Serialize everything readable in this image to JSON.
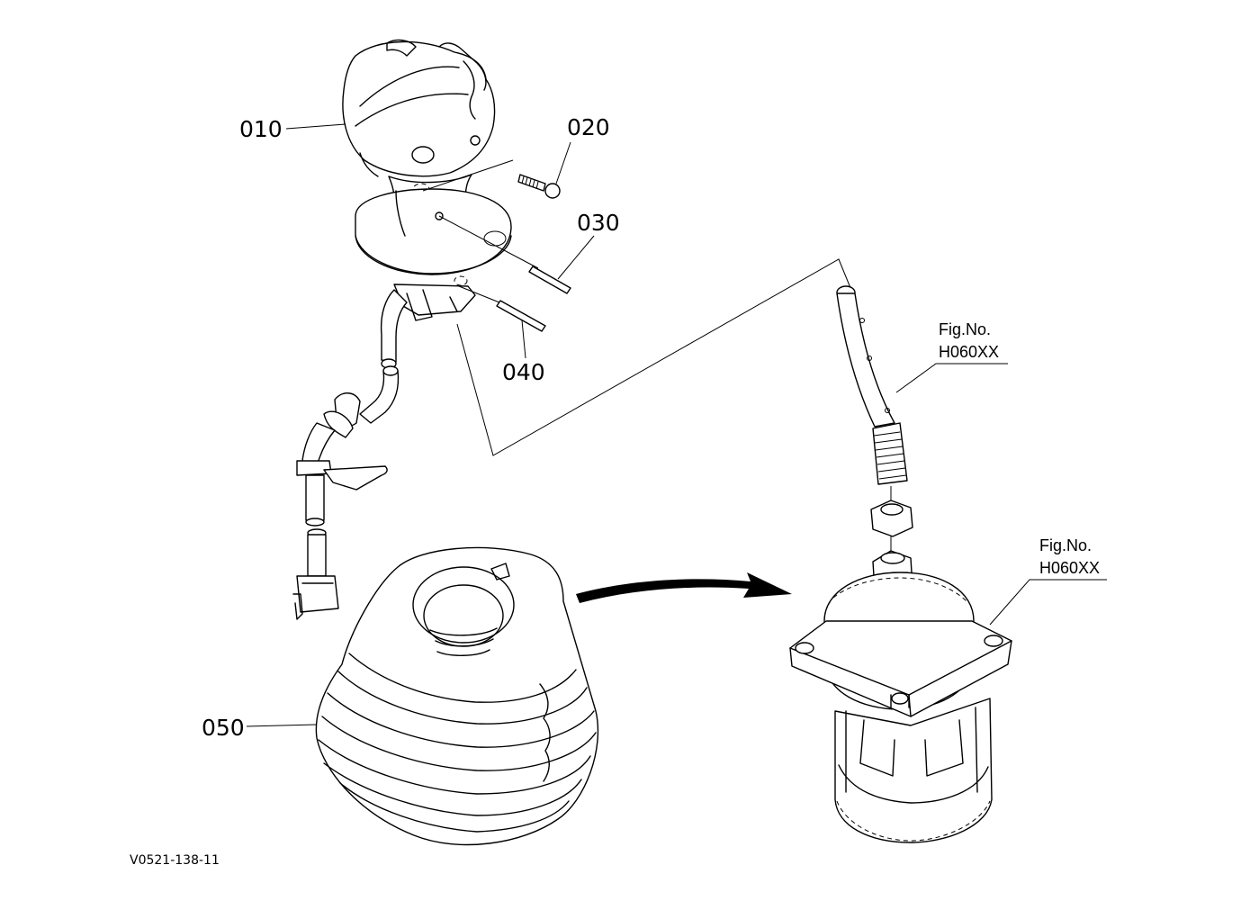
{
  "diagram": {
    "parts": [
      {
        "id": "010",
        "label": "010",
        "name": "grip"
      },
      {
        "id": "020",
        "label": "020",
        "name": "screw"
      },
      {
        "id": "030",
        "label": "030",
        "name": "pin"
      },
      {
        "id": "040",
        "label": "040",
        "name": "pin"
      },
      {
        "id": "050",
        "label": "050",
        "name": "boot"
      }
    ],
    "references": [
      {
        "line1": "Fig.No.",
        "line2": "H060XX"
      },
      {
        "line1": "Fig.No.",
        "line2": "H060XX"
      }
    ],
    "drawing_code": "V0521-138-11"
  }
}
